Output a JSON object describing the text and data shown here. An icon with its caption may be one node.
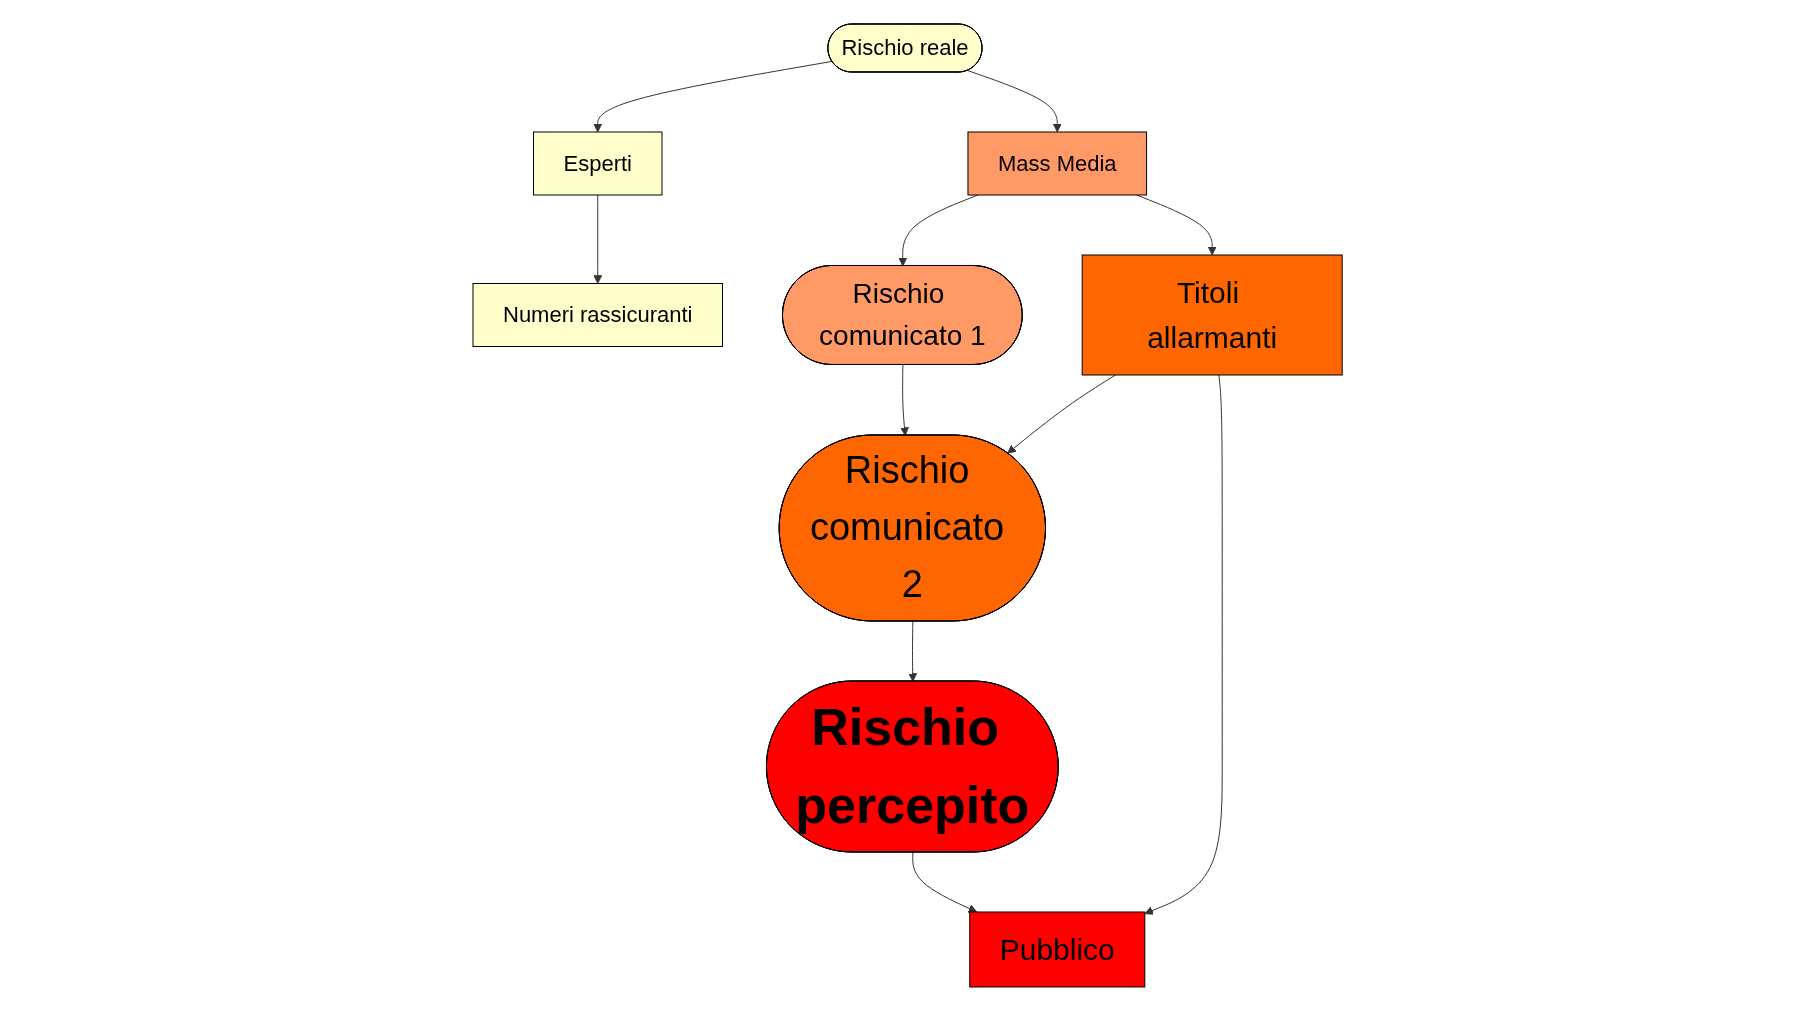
{
  "diagram": {
    "nodes": [
      {
        "text": [
          "Rischio reale"
        ]
      },
      {
        "text": [
          "Esperti"
        ]
      },
      {
        "text": [
          "Numeri rassicuranti"
        ]
      },
      {
        "text": [
          "Mass Media"
        ]
      },
      {
        "text": [
          "Rischio comunicato 1"
        ]
      },
      {
        "text": [
          "Titoli allarmanti"
        ]
      },
      {
        "text": [
          "Rischio comunicato 2"
        ]
      },
      {
        "text": [
          "Rischio percepito"
        ]
      },
      {
        "text": [
          "Pubblico"
        ]
      }
    ],
    "edges": [
      {
        "from": 0,
        "to": 1,
        "arrow": "to"
      },
      {
        "from": 1,
        "to": 2,
        "arrow": "to"
      },
      {
        "from": 0,
        "to": 3,
        "arrow": "to"
      },
      {
        "from": 3,
        "to": 4,
        "arrow": "to"
      },
      {
        "from": 3,
        "to": 5,
        "arrow": "to"
      },
      {
        "from": 4,
        "to": 6,
        "arrow": "to"
      },
      {
        "from": 5,
        "to": 6,
        "arrow": "to"
      },
      {
        "from": 6,
        "to": 7,
        "arrow": "to"
      },
      {
        "from": 5,
        "to": 8,
        "arrow": "to"
      },
      {
        "from": 7,
        "to": 8,
        "arrow": "to"
      }
    ]
  }
}
